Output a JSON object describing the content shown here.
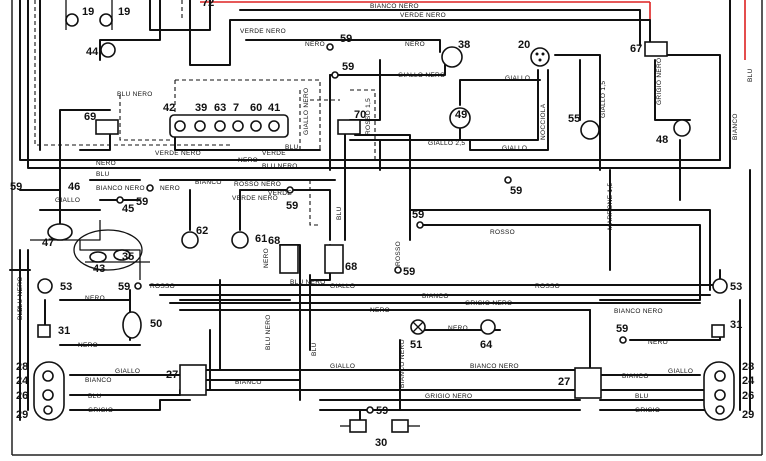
{
  "numbers": {
    "n19a": "19",
    "n19b": "19",
    "n72": "72",
    "n44": "44",
    "n59a": "59",
    "n38": "38",
    "n59b": "59",
    "n20": "20",
    "n67": "67",
    "n42": "42",
    "n39": "39",
    "n63": "63",
    "n7": "7",
    "n60": "60",
    "n41": "41",
    "n69": "69",
    "n70": "70",
    "n49": "49",
    "n55": "55",
    "n48": "48",
    "n59c": "59",
    "n46": "46",
    "n59d": "59",
    "n45": "45",
    "n59e": "59",
    "n59f": "59",
    "n62": "62",
    "n61": "61",
    "n47": "47",
    "n68a": "68",
    "n68b": "68",
    "n59g": "59",
    "n43": "43",
    "n35": "35",
    "n59h": "59",
    "n53a": "53",
    "n53b": "53",
    "n59i": "59",
    "n50": "50",
    "n31a": "31",
    "n31b": "31",
    "n59j": "59",
    "n51": "51",
    "n64": "64",
    "n28a": "28",
    "n24a": "24",
    "n26a": "26",
    "n29a": "29",
    "n27a": "27",
    "n27b": "27",
    "n28b": "28",
    "n24b": "24",
    "n26b": "26",
    "n29b": "29",
    "n59k": "59",
    "n30": "30"
  },
  "labels": {
    "bianco_nero_top": "BIANCO NERO",
    "verde_nero_top": "VERDE NERO",
    "verde_nero_a": "VERDE NERO",
    "nero_a": "NERO",
    "nero_b": "NERO",
    "giallo_nero_a": "GIALLO NERO",
    "giallo_a": "GIALLO",
    "blu_nero_a": "BLU NERO",
    "verde_nero_b": "VERDE NERO",
    "verde_a": "VERDE",
    "nero_c": "NERO",
    "blu_a": "BLU",
    "giallo_nero_b": "GIALLO NERO",
    "rosso_1_5": "ROSSO 1,5",
    "giallo_2_5": "GIALLO 2,5",
    "nocciola": "NOCCIOLA",
    "giallo_1_5": "GIALLO 1,5",
    "giallo_b": "GIALLO",
    "grigio_nero_a": "GRIGIO NERO",
    "bianco_a": "BIANCO",
    "blu_b": "BLU",
    "blu_nero_b": "BLU NERO",
    "bianco_nero_a": "BIANCO NERO",
    "nero_d": "NERO",
    "bianco_b": "BIANCO",
    "rosso_nero": "ROSSO NERO",
    "nero_e": "NERO",
    "verde_b": "VERDE",
    "marrone_1_5": "MARRONE 1,5",
    "giallo_c": "GIALLO",
    "rosso_a": "ROSSO",
    "blu_c": "BLU",
    "rosso_b": "ROSSO",
    "blu_nero_c": "BLU NERO",
    "blu_d": "BLU",
    "nero_f": "NERO",
    "rosso_c": "ROSSO",
    "giallo_d": "GIALLO",
    "bianco_c": "BIANCO",
    "grigio_nero_b": "GRIGIO NERO",
    "rosso_d": "ROSSO",
    "nero_g": "NERO",
    "bianco_nero_b": "BIANCO NERO",
    "nero_h": "NERO",
    "blu_nero_d": "BLU NERO",
    "nero_i": "NERO",
    "nero_j": "NERO",
    "giallo_e": "GIALLO",
    "bianco_d": "BIANCO",
    "giallo_f": "GIALLO",
    "bianco_nero_c": "BIANCO NERO",
    "bianco_nero_d": "BIANCO NERO",
    "grigio_nero_c": "GRIGIO NERO",
    "blu_e": "BLU",
    "grigio_a": "GRIGIO",
    "bianco_e": "BIANCO",
    "blu_f": "BLU",
    "grigio_b": "GRIGIO",
    "giallo_g": "GIALLO",
    "blu_g": "BLU",
    "blu_nero_e": "BLU NERO",
    "nero_k": "NERO",
    "blu_h": "BLU"
  },
  "colors": {
    "wire": "#111111",
    "accent_red": "#dd2222",
    "background": "#ffffff"
  }
}
